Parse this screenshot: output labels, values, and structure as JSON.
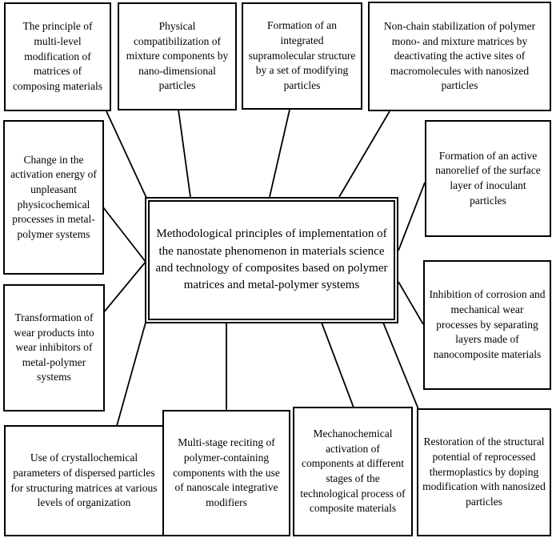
{
  "diagram": {
    "title": "Methodological principles of the nanostate phenomenon diagram",
    "colors": {
      "background": "#ffffff",
      "border": "#000000",
      "text": "#000000",
      "line": "#000000"
    },
    "center": {
      "id": "center",
      "text": "Methodological principles of implementation of the nanostate phenomenon in materials science and technology of composites based on polymer matrices and metal-polymer systems"
    },
    "nodes": [
      {
        "id": "top-1",
        "text": "The principle of multi-level modification of matrices of composing materials"
      },
      {
        "id": "top-2",
        "text": "Physical compatibilization of mixture components by nano-dimensional particles"
      },
      {
        "id": "top-3",
        "text": "Formation of an integrated supramolecular structure by a set of modifying particles"
      },
      {
        "id": "top-4",
        "text": "Non-chain stabilization of polymer mono- and mixture matrices by deactivating the active sites of macromolecules with nanosized particles"
      },
      {
        "id": "left-1",
        "text": "Change in the activation energy of unpleasant physicochemical processes in metal-polymer systems"
      },
      {
        "id": "left-2",
        "text": "Transformation of wear products into wear inhibitors of metal-polymer systems"
      },
      {
        "id": "right-1",
        "text": "Formation of an active nanorelief of the surface layer of inoculant particles"
      },
      {
        "id": "right-2",
        "text": "Inhibition of corrosion and mechanical wear processes by separating layers made of nanocomposite materials"
      },
      {
        "id": "bottom-1",
        "text": "Use of crystallochemical parameters of dispersed particles for structuring matrices at various levels of organization"
      },
      {
        "id": "bottom-2",
        "text": "Multi-stage reciting of polymer-containing components with the use of nanoscale integrative modifiers"
      },
      {
        "id": "bottom-3",
        "text": "Mechanochemical activation of components at different stages of the technological process of composite materials"
      },
      {
        "id": "bottom-4",
        "text": "Restoration of the structural potential of reprocessed thermoplastics by doping modification with nanosized particles"
      }
    ],
    "connections": [
      {
        "from": "top-1",
        "to": "center"
      },
      {
        "from": "top-2",
        "to": "center"
      },
      {
        "from": "top-3",
        "to": "center"
      },
      {
        "from": "top-4",
        "to": "center"
      },
      {
        "from": "left-1",
        "to": "center"
      },
      {
        "from": "left-2",
        "to": "center"
      },
      {
        "from": "right-1",
        "to": "center"
      },
      {
        "from": "right-2",
        "to": "center"
      },
      {
        "from": "bottom-1",
        "to": "center"
      },
      {
        "from": "bottom-2",
        "to": "center"
      },
      {
        "from": "bottom-3",
        "to": "center"
      },
      {
        "from": "bottom-4",
        "to": "center"
      }
    ]
  }
}
